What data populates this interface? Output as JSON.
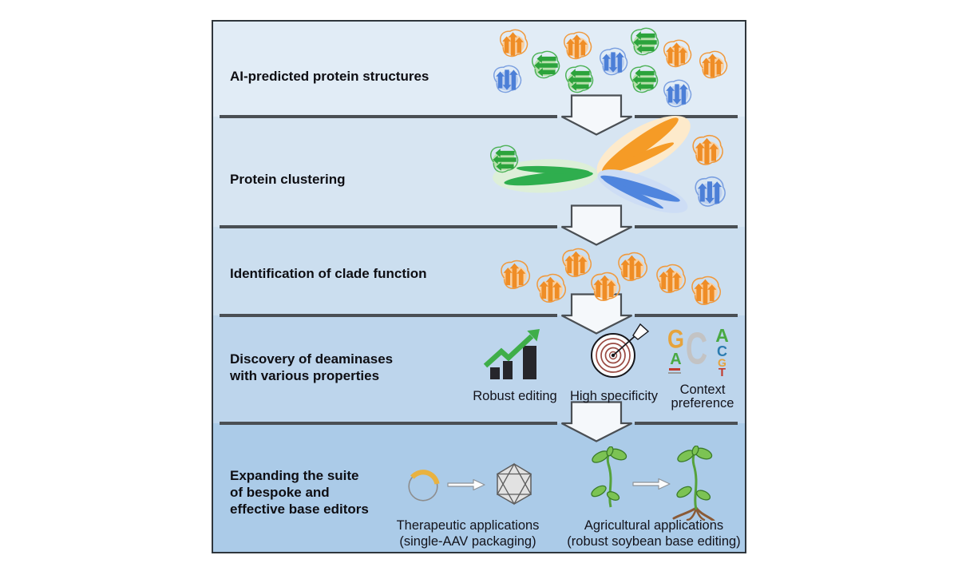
{
  "figure": {
    "rows": [
      {
        "label": "AI-predicted protein structures"
      },
      {
        "label": "Protein clustering"
      },
      {
        "label": "Identification of clade function"
      },
      {
        "label_line1": "Discovery of deaminases",
        "label_line2": "with various properties",
        "caption_robust": "Robust editing",
        "caption_specificity": "High specificity",
        "caption_context_1": "Context",
        "caption_context_2": "preference"
      },
      {
        "label_line1": "Expanding the suite",
        "label_line2": "of bespoke and",
        "label_line3": "effective base editors",
        "caption_therapeutic_1": "Therapeutic applications",
        "caption_therapeutic_2": "(single-AAV packaging)",
        "caption_agricultural_1": "Agricultural applications",
        "caption_agricultural_2": "(robust soybean base editing)"
      }
    ],
    "sequence_logo": {
      "col1": {
        "g": "G",
        "a": "A"
      },
      "col2": {
        "c": "C"
      },
      "col3": {
        "a": "A",
        "c": "C",
        "g": "G",
        "t": "T"
      }
    },
    "colors": {
      "row_backgrounds": [
        "#e1ecf6",
        "#d7e5f2",
        "#cbdeef",
        "#bdd5ec",
        "#abcbe8"
      ],
      "divider": "#4a4f54",
      "flow_arrow_fill": "#f5f8fb",
      "protein_orange": "#ef8d26",
      "protein_green": "#2ca33c",
      "protein_blue": "#4c7fd7",
      "cluster_lobe_orange": "#f59b26",
      "cluster_lobe_green": "#2fae4e",
      "cluster_lobe_blue": "#4f85de",
      "trend_arrow_green": "#3fae49",
      "bar_black": "#26262b",
      "target_ring_red": "#9a4a42",
      "logo_g_gold": "#e6a33c",
      "logo_a_green": "#49a942",
      "logo_c_gray": "#c3c3c4",
      "logo_c_blue": "#2c7cb0",
      "logo_t_red": "#c23b2e",
      "plasmid_arc_gold": "#e9b240",
      "capsid_gray": "#e2e2e2",
      "leaf_green": "#7cc353",
      "root_brown": "#8a5a36"
    }
  }
}
